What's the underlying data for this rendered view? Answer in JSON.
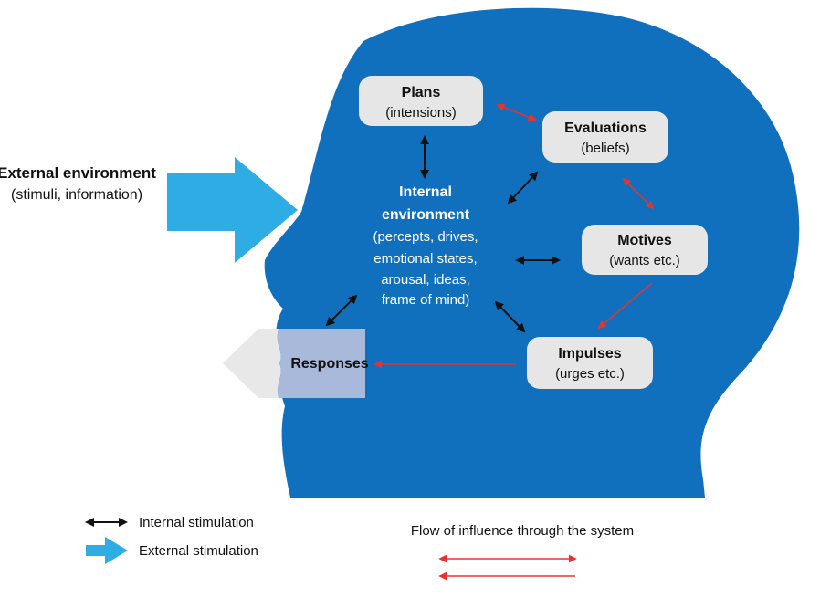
{
  "external_environment": {
    "title": "External environment",
    "subtitle": "(stimuli, information)"
  },
  "internal_environment": {
    "lines": [
      "Internal",
      "environment",
      "(percepts, drives,",
      "emotional states,",
      "arousal, ideas,",
      "frame of mind)"
    ]
  },
  "nodes": {
    "plans": {
      "title": "Plans",
      "subtitle": "(intensions)"
    },
    "evaluations": {
      "title": "Evaluations",
      "subtitle": "(beliefs)"
    },
    "motives": {
      "title": "Motives",
      "subtitle": "(wants etc.)"
    },
    "impulses": {
      "title": "Impulses",
      "subtitle": "(urges etc.)"
    },
    "responses": {
      "title": "Responses"
    }
  },
  "legend": {
    "internal_stimulation": "Internal stimulation",
    "external_stimulation": "External stimulation",
    "flow_of_influence": "Flow of influence through the system"
  },
  "colors": {
    "head": "#1070BE",
    "node_fill": "#E6E6E6",
    "responses_fill": "#A9B9DA",
    "mouth_arrow": "#E8E8E8",
    "external_arrow": "#2EACE4",
    "flow_arrow": "#E8322E",
    "internal_arrow": "#111111"
  }
}
